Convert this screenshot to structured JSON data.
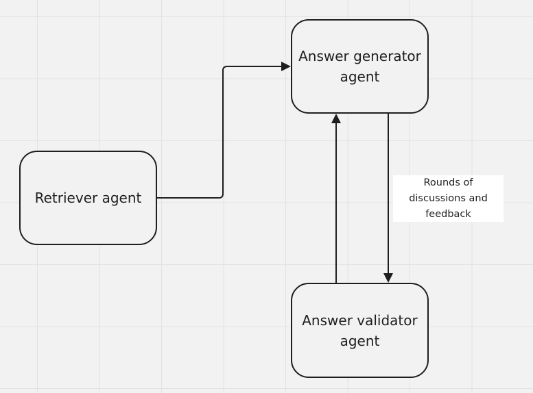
{
  "nodes": {
    "retriever": {
      "label": "Retriever agent"
    },
    "generator": {
      "label": "Answer generator agent"
    },
    "validator": {
      "label": "Answer validator agent"
    }
  },
  "edges": {
    "feedback_label": "Rounds of discussions and feedback"
  },
  "colors": {
    "background": "#f2f2f2",
    "grid": "#e2e2e2",
    "stroke": "#1e1e1e",
    "label_background": "#ffffff"
  }
}
